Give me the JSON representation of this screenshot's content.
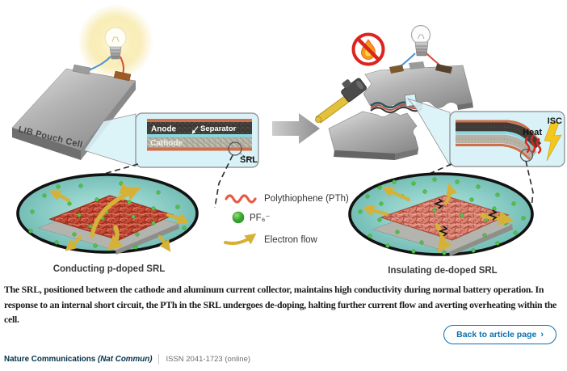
{
  "figure": {
    "left": {
      "cell_label": "LIB Pouch Cell",
      "inset": {
        "anode": "Anode",
        "separator": "Separator",
        "cathode": "Cathode",
        "srl": "SRL"
      },
      "caption": "Conducting p-doped SRL"
    },
    "right": {
      "inset": {
        "isc": "ISC",
        "heat": "Heat"
      },
      "caption": "Insulating de-doped SRL"
    },
    "legend": [
      {
        "icon": "wavy-line-icon",
        "label": "Polythiophene (PTh)",
        "color": "#e85a44"
      },
      {
        "icon": "sphere-icon",
        "label": "PF₆⁻",
        "color": "#54c248"
      },
      {
        "icon": "curved-arrow-icon",
        "label": "Electron flow",
        "color": "#d6b138"
      }
    ]
  },
  "caption": "The SRL, positioned between the cathode and aluminum current collector, maintains high conductivity during normal battery operation. In response to an internal short circuit, the PTh in the SRL undergoes de-doping, halting further current flow and averting overheating within the cell.",
  "back_button": {
    "label": "Back to article page",
    "chevron": "›"
  },
  "footer": {
    "journal": "Nature Communications",
    "abbrev": "(Nat Commun)",
    "issn": "ISSN 2041-1723 (online)"
  },
  "colors": {
    "accent_blue": "#0a72ae",
    "inset_bg": "#d9f2f8",
    "teal_ellipse": "#8fd0c9",
    "mesh_red": "#c84a35",
    "mesh_pink": "#dc8273",
    "electron_yellow": "#d6b138",
    "heat_red": "#e02418",
    "no_fire_red": "#dc241f"
  }
}
